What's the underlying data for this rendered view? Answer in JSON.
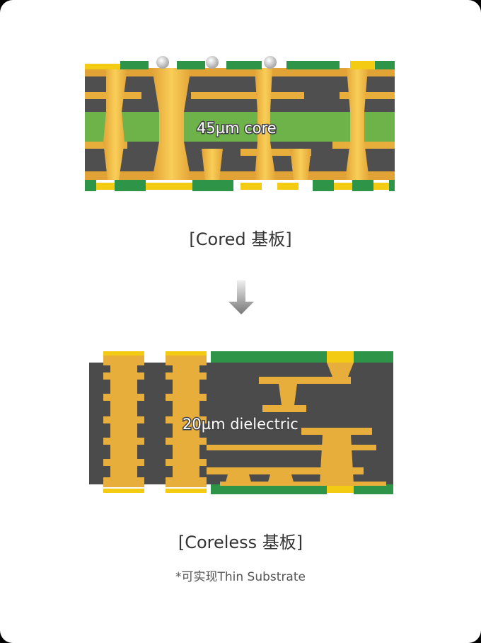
{
  "cored": {
    "label": "45µm core",
    "title": "[Cored 基板]"
  },
  "coreless": {
    "label": "20µm dielectric",
    "title": "[Coreless 基板]",
    "note": "*可实现Thin Substrate"
  },
  "colors": {
    "copper": "#E8AE3C",
    "copper_light": "#F7C955",
    "dielectric": "#4A4A4A",
    "core": "#6DB34A",
    "solder_mask": "#2E9447",
    "gold_finish": "#F2CB12",
    "arrow": "#8A8A8A"
  }
}
